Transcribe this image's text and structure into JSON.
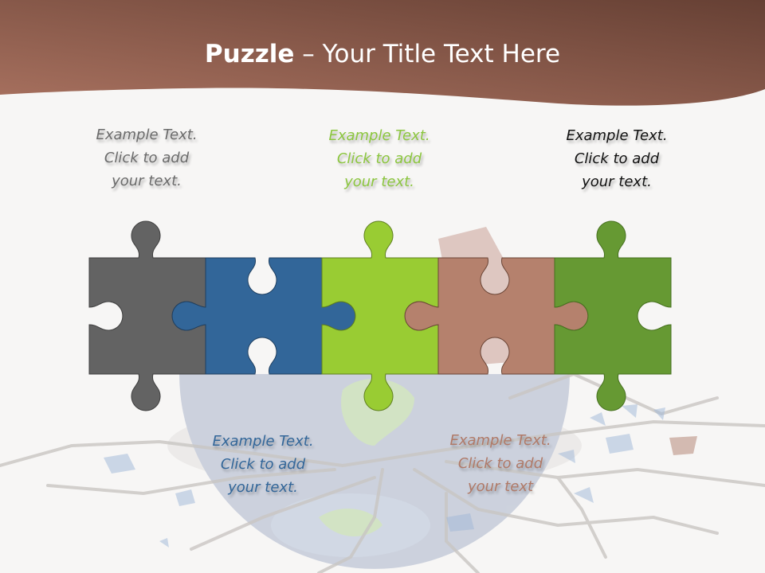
{
  "header": {
    "title_bold": "Puzzle",
    "title_rest": " – Your Title Text Here",
    "gradient_start": "#a86f5d",
    "gradient_end": "#6a4536"
  },
  "pieces": [
    {
      "id": "piece-1",
      "color": "#636363"
    },
    {
      "id": "piece-2",
      "color": "#326699"
    },
    {
      "id": "piece-3",
      "color": "#99cc33"
    },
    {
      "id": "piece-4",
      "color": "#b5816d"
    },
    {
      "id": "piece-5",
      "color": "#669933"
    }
  ],
  "captions": [
    {
      "line1": "Example Text.",
      "line2": "Click  to add",
      "line3": "your text.",
      "color": "#6b6b6b"
    },
    {
      "line1": "Example Text.",
      "line2": "Click  to add",
      "line3": "your text.",
      "color": "#326699"
    },
    {
      "line1": "Example Text.",
      "line2": "Click  to add",
      "line3": "your text.",
      "color": "#8cc63f"
    },
    {
      "line1": "Example Text.",
      "line2": "Click  to add",
      "line3": "your text",
      "color": "#b07a68"
    },
    {
      "line1": "Example Text.",
      "line2": "Click  to add",
      "line3": "your text.",
      "color": "#111111"
    }
  ]
}
